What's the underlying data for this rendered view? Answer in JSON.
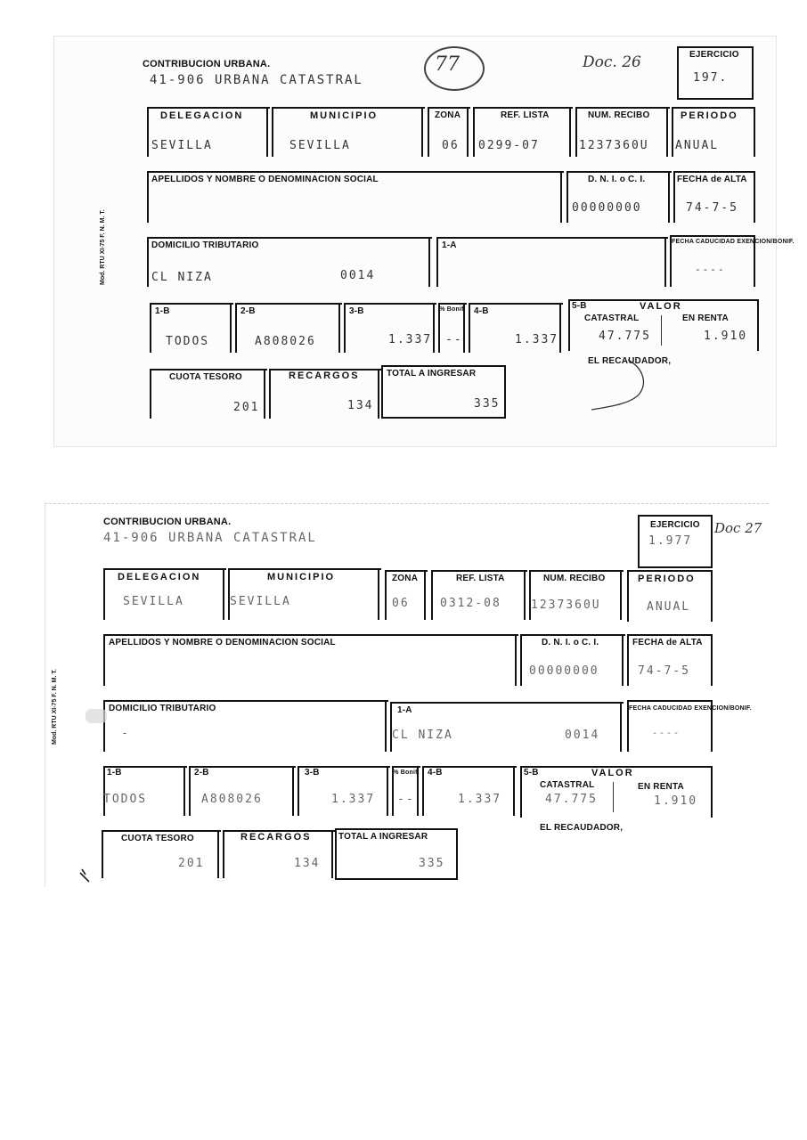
{
  "receipts": [
    {
      "header": {
        "title": "CONTRIBUCION URBANA.",
        "concept": "41-906  URBANA CATASTRAL"
      },
      "annotations": {
        "circled_number": "77",
        "doc_ref": "Doc. 26"
      },
      "ejercicio": {
        "label": "EJERCICIO",
        "value": "197."
      },
      "side_label": "Mod. RTU XI-75 F. N. M. T.",
      "row1": {
        "delegacion": {
          "label": "DELEGACION",
          "value": "SEVILLA"
        },
        "municipio": {
          "label": "MUNICIPIO",
          "value": "SEVILLA"
        },
        "zona": {
          "label": "ZONA",
          "value": "06"
        },
        "ref_lista": {
          "label": "REF. LISTA",
          "value": "0299-07"
        },
        "num_recibo": {
          "label": "NUM. RECIBO",
          "value": "1237360U"
        },
        "periodo": {
          "label": "PERIODO",
          "value": "ANUAL"
        }
      },
      "row2": {
        "apellidos": {
          "label": "APELLIDOS Y NOMBRE O DENOMINACION SOCIAL",
          "value": ""
        },
        "dni": {
          "label": "D. N. I. o C. I.",
          "value": "00000000"
        },
        "fecha_alta": {
          "label": "FECHA de ALTA",
          "value": "74-7-5"
        }
      },
      "row3": {
        "domicilio": {
          "label": "DOMICILIO TRIBUTARIO",
          "value": "CL NIZA",
          "number": "0014"
        },
        "a1": {
          "label": "1-A",
          "value": "",
          "number": ""
        },
        "caducidad": {
          "label": "FECHA CADUCIDAD EXENCION/BONIF.",
          "value": "----"
        }
      },
      "row4": {
        "b1": {
          "label": "1-B",
          "value": "TODOS"
        },
        "b2": {
          "label": "2-B",
          "value": "A808026"
        },
        "b3": {
          "label": "3-B",
          "value": "1.337"
        },
        "bonif": {
          "label": "% Bonif.",
          "value": "--"
        },
        "b4": {
          "label": "4-B",
          "value": "1.337"
        },
        "b5": {
          "label": "5-B",
          "valor_label": "VALOR",
          "catastral_label": "CATASTRAL",
          "renta_label": "EN RENTA",
          "catastral": "47.775",
          "renta": "1.910"
        }
      },
      "recaudador": "EL RECAUDADOR,",
      "row5": {
        "cuota": {
          "label": "CUOTA TESORO",
          "value": "201"
        },
        "recargos": {
          "label": "RECARGOS",
          "value": "134"
        },
        "total": {
          "label": "TOTAL A INGRESAR",
          "value": "335"
        }
      }
    },
    {
      "header": {
        "title": "CONTRIBUCION URBANA.",
        "concept": "41-906  URBANA CATASTRAL"
      },
      "annotations": {
        "doc_ref": "Doc 27"
      },
      "ejercicio": {
        "label": "EJERCICIO",
        "value": "1.977"
      },
      "side_label": "Mod. RTU XI-75 F. N. M. T.",
      "row1": {
        "delegacion": {
          "label": "DELEGACION",
          "value": "SEVILLA"
        },
        "municipio": {
          "label": "MUNICIPIO",
          "value": "SEVILLA"
        },
        "zona": {
          "label": "ZONA",
          "value": "06"
        },
        "ref_lista": {
          "label": "REF. LISTA",
          "value": "0312-08"
        },
        "num_recibo": {
          "label": "NUM. RECIBO",
          "value": "1237360U"
        },
        "periodo": {
          "label": "PERIODO",
          "value": "ANUAL"
        }
      },
      "row2": {
        "apellidos": {
          "label": "APELLIDOS Y NOMBRE O DENOMINACION SOCIAL",
          "value": ""
        },
        "dni": {
          "label": "D. N. I. o C. I.",
          "value": "00000000"
        },
        "fecha_alta": {
          "label": "FECHA de ALTA",
          "value": "74-7-5"
        }
      },
      "row3": {
        "domicilio": {
          "label": "DOMICILIO TRIBUTARIO",
          "value": "-",
          "number": ""
        },
        "a1": {
          "label": "1-A",
          "value": "CL NIZA",
          "number": "0014"
        },
        "caducidad": {
          "label": "FECHA CADUCIDAD EXENCION/BONIF.",
          "value": "----"
        }
      },
      "row4": {
        "b1": {
          "label": "1-B",
          "value": "TODOS"
        },
        "b2": {
          "label": "2-B",
          "value": "A808026"
        },
        "b3": {
          "label": "3-B",
          "value": "1.337"
        },
        "bonif": {
          "label": "% Bonif.",
          "value": "--"
        },
        "b4": {
          "label": "4-B",
          "value": "1.337"
        },
        "b5": {
          "label": "5-B",
          "valor_label": "VALOR",
          "catastral_label": "CATASTRAL",
          "renta_label": "EN RENTA",
          "catastral": "47.775",
          "renta": "1.910"
        }
      },
      "recaudador": "EL RECAUDADOR,",
      "row5": {
        "cuota": {
          "label": "CUOTA TESORO",
          "value": "201"
        },
        "recargos": {
          "label": "RECARGOS",
          "value": "134"
        },
        "total": {
          "label": "TOTAL A INGRESAR",
          "value": "335"
        }
      }
    }
  ]
}
